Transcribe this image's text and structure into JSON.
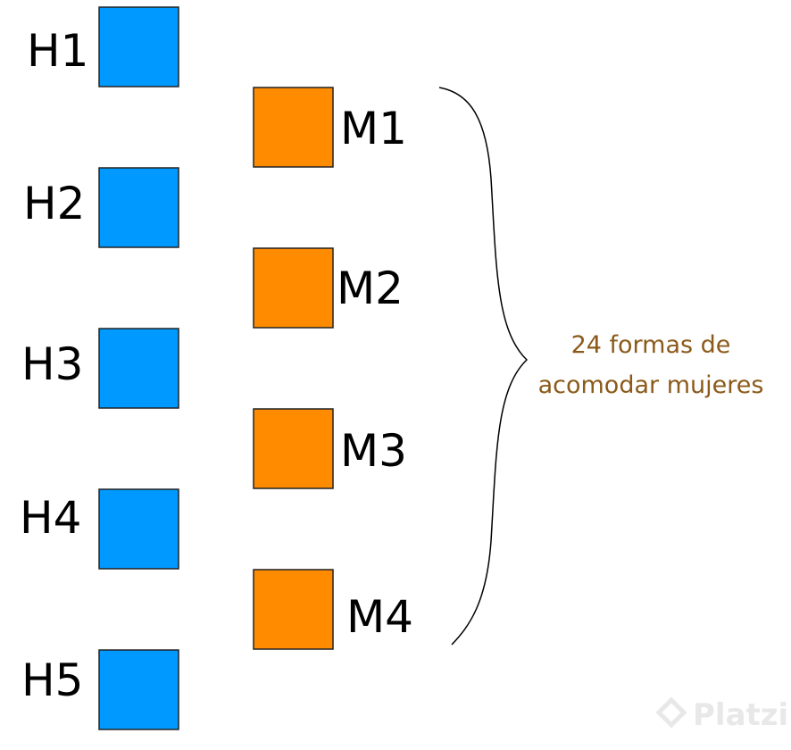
{
  "colors": {
    "men_square": "#0099ff",
    "women_square": "#ff8c00",
    "square_border": "#222222",
    "brace": "#000000",
    "annotation": "#8b5a1a",
    "watermark": "#e8e8e8"
  },
  "men": [
    {
      "label": "H1"
    },
    {
      "label": "H2"
    },
    {
      "label": "H3"
    },
    {
      "label": "H4"
    },
    {
      "label": "H5"
    }
  ],
  "women": [
    {
      "label": "M1"
    },
    {
      "label": "M2"
    },
    {
      "label": "M3"
    },
    {
      "label": "M4"
    }
  ],
  "annotation": {
    "line1": "24 formas de",
    "line2": "acomodar mujeres"
  },
  "watermark": {
    "text": "Platzi",
    "icon": "platzi-logo-icon"
  }
}
